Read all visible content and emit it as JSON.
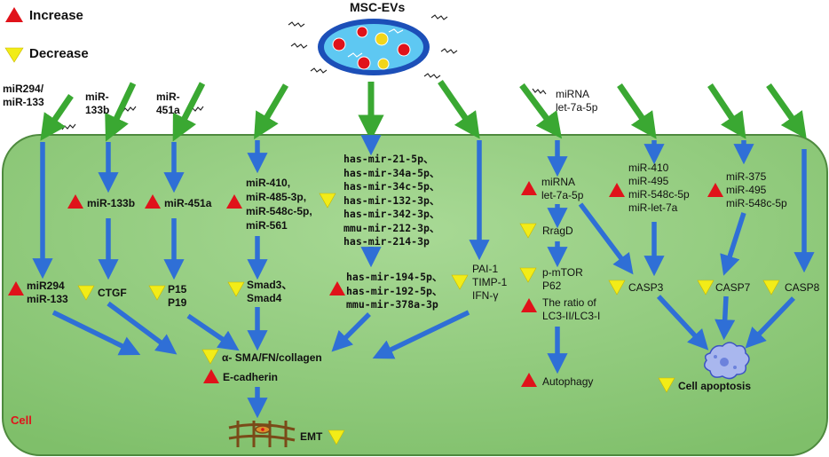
{
  "legend": {
    "increase": "Increase",
    "decrease": "Decrease"
  },
  "top": {
    "title": "MSC-EVs"
  },
  "cell_label": "Cell",
  "inputs": {
    "mir294": [
      "miR294/",
      "miR-133"
    ],
    "mir133b": [
      "miR-",
      "133b"
    ],
    "mir451a": [
      "miR-",
      "451a"
    ],
    "let7a": [
      "miRNA",
      "let-7a-5p"
    ]
  },
  "pathways": {
    "p1": {
      "node": [
        "miR294",
        "miR-133"
      ],
      "target": "CTGF"
    },
    "p2": {
      "node": "miR-133b"
    },
    "p3": {
      "node": "miR-451a",
      "target": [
        "P15",
        "P19"
      ]
    },
    "p4": {
      "node": [
        "miR-410,",
        "miR-485-3p,",
        "miR-548c-5p,",
        "miR-561"
      ],
      "target": [
        "Smad3、",
        "Smad4"
      ]
    },
    "p5": {
      "node": [
        "has-mir-21-5p、",
        "has-mir-34a-5p、",
        "has-mir-34c-5p、",
        "has-mir-132-3p、",
        "has-mir-342-3p、",
        "mmu-mir-212-3p、",
        "has-mir-214-3p"
      ]
    },
    "p6": {
      "node": [
        "has-mir-194-5p、",
        "has-mir-192-5p、",
        "mmu-mir-378a-3p"
      ]
    },
    "p7": {
      "target": [
        "PAI-1",
        "TIMP-1",
        "IFN-γ"
      ]
    },
    "p8": {
      "node": [
        "miRNA",
        "let-7a-5p"
      ],
      "step1": "RragD",
      "step2": [
        "p-mTOR",
        "P62"
      ],
      "step3": [
        "The ratio of",
        "LC3-II/LC3-I"
      ],
      "result": "Autophagy"
    },
    "p9": {
      "node": [
        "miR-410",
        "miR-495",
        "miR-548c-5p",
        "miR-let-7a"
      ],
      "target": "CASP3"
    },
    "p10": {
      "node": [
        "miR-375",
        "miR-495",
        "miR-548c-5p"
      ],
      "target": "CASP7"
    },
    "p11": {
      "target": "CASP8"
    }
  },
  "outcomes": {
    "ecm": "α- SMA/FN/collagen",
    "ecad": "E-cadherin",
    "emt": "EMT",
    "apoptosis": "Cell apoptosis"
  },
  "colors": {
    "cell_fill": "#8fc97a",
    "cell_stroke": "#4e8a3e",
    "green_arrow": "#3aa832",
    "blue_arrow": "#2f6fd6",
    "increase": "#e0121a",
    "decrease": "#f2ec18",
    "ev_fill": "#5ec8f2",
    "ev_stroke": "#1c4fb8"
  }
}
